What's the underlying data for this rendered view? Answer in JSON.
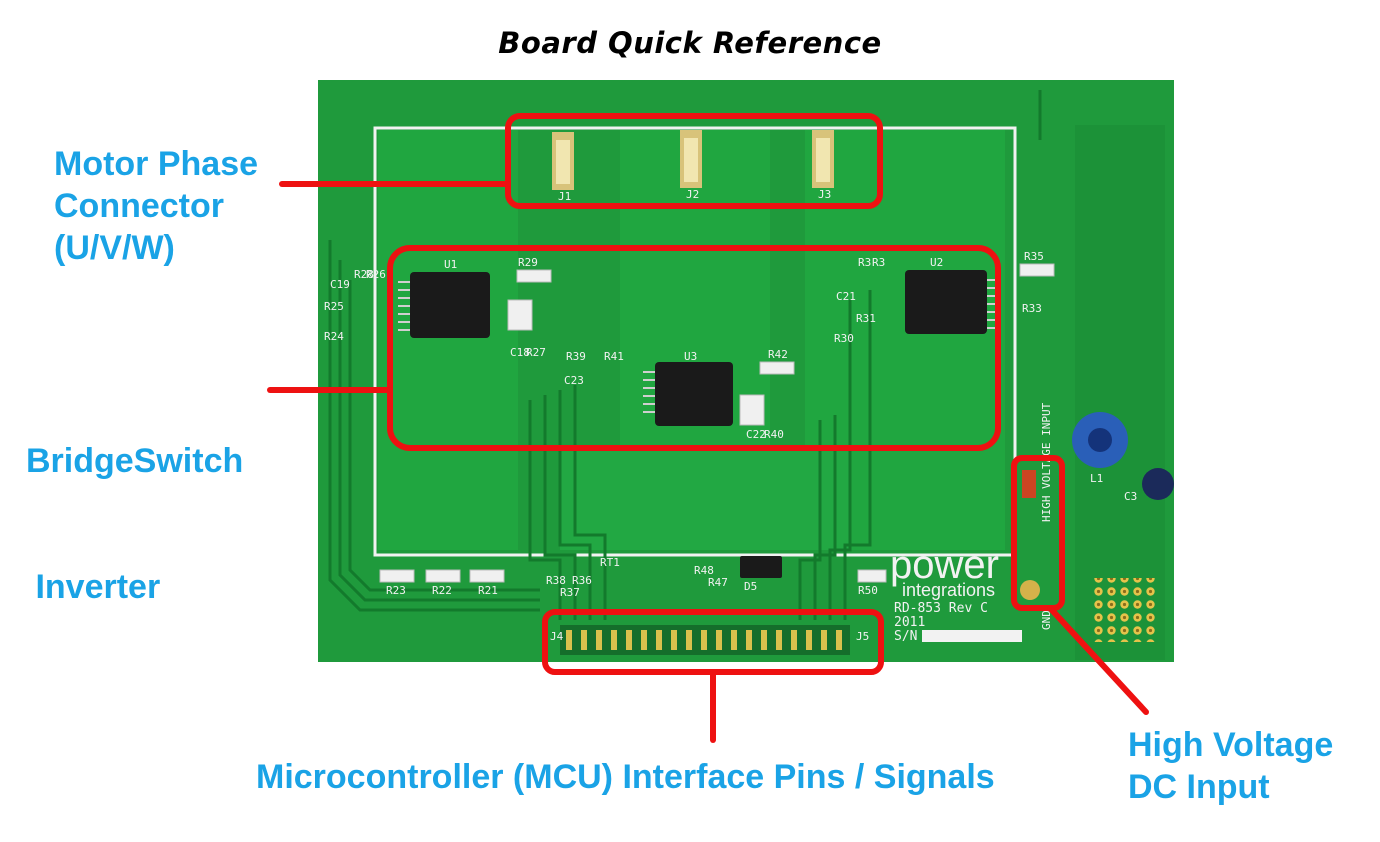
{
  "title": "Board Quick Reference",
  "callouts": {
    "motor_phase": [
      "Motor Phase",
      "Connector",
      "(U/V/W)"
    ],
    "bridgeswitch": [
      "BridgeSwitch",
      " Inverter"
    ],
    "mcu": "Microcontroller (MCU) Interface Pins / Signals",
    "hv_input": [
      "High Voltage",
      "DC Input"
    ]
  },
  "board": {
    "brand_top": "power",
    "brand_bottom": "integrations",
    "model": "RD-853 Rev C",
    "year": "2011",
    "sn_label": "S/N",
    "hv_label": "HIGH VOLTAGE INPUT",
    "gnd_label": "GND",
    "connectors": [
      "J1",
      "J2",
      "J3",
      "J4",
      "J5"
    ],
    "ics": [
      "U1",
      "U2",
      "U3",
      "D5"
    ],
    "components": [
      "R29",
      "R28",
      "R26",
      "C19",
      "R25",
      "R24",
      "C18",
      "R27",
      "R39",
      "R41",
      "C23",
      "R42",
      "C22",
      "R40",
      "R3",
      "R3",
      "C21",
      "R30",
      "R31",
      "R35",
      "R33",
      "R23",
      "R22",
      "R21",
      "R38",
      "R37",
      "R36",
      "RT1",
      "R48",
      "R47",
      "R50",
      "L1",
      "C3"
    ]
  },
  "colors": {
    "callout_text": "#1aa3e6",
    "highlight_red": "#ee1111",
    "pcb_green": "#1f9a3c",
    "pcb_dark": "#137a2c",
    "silkscreen": "#f2f2f2"
  }
}
